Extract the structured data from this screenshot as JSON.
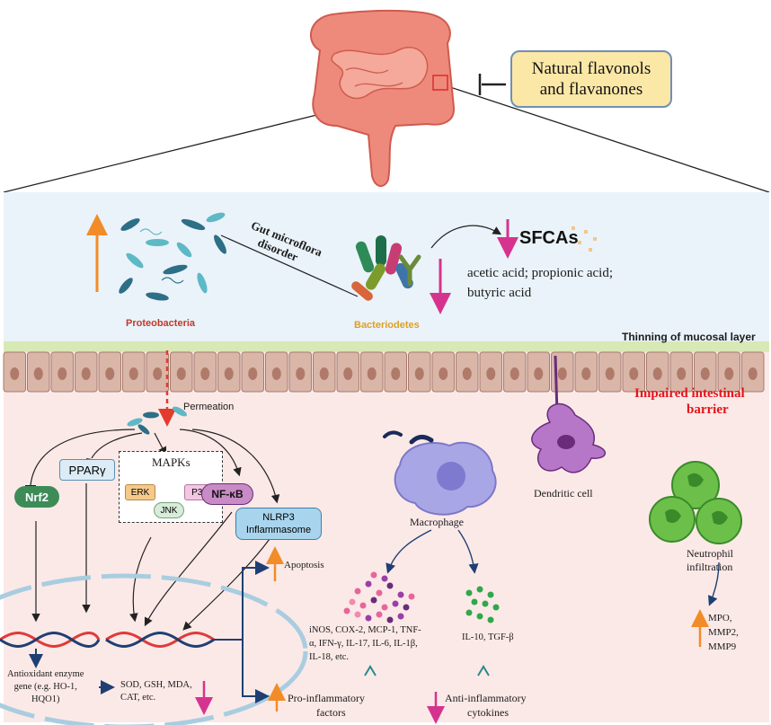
{
  "flavonol_box": {
    "line1": "Natural flavonols",
    "line2": "and flavanones"
  },
  "microbiota": {
    "proteobacteria": "Proteobacteria",
    "bacteriodetes": "Bacteriodetes",
    "disorder_line1": "Gut microflora",
    "disorder_line2": "disorder"
  },
  "sfca": {
    "title": "SFCAs",
    "line1": "acetic acid; propionic acid;",
    "line2": "butyric acid"
  },
  "barrier": {
    "thinning": "Thinning of mucosal layer",
    "impaired_line1": "Impaired intestinal",
    "impaired_line2": "barrier"
  },
  "permeation": "Permeation",
  "pathways": {
    "pparg": "PPARγ",
    "nrf2": "Nrf2",
    "mapks": "MAPKs",
    "erk": "ERK",
    "p38": "P38",
    "jnk": "JNK",
    "nfkb": "NF-κB",
    "nlrp3_line1": "NLRP3",
    "nlrp3_line2": "Inflammasome"
  },
  "apoptosis": "Apoptosis",
  "cells": {
    "macrophage": "Macrophage",
    "dendritic": "Dendritic cell",
    "neutrophil_line1": "Neutrophil",
    "neutrophil_line2": "infiltration"
  },
  "cytokines": {
    "pro_list": [
      "iNOS, COX-2, MCP-1, TNF-",
      "α, IFN-γ, IL-17, IL-6, IL-1β,",
      "IL-18, etc."
    ],
    "anti_list": "IL-10, TGF-β",
    "pro_label_line1": "Pro-inflammatory",
    "pro_label_line2": "factors",
    "anti_label_line1": "Anti-inflammatory",
    "anti_label_line2": "cytokines"
  },
  "markers": [
    "MPO,",
    "MMP2,",
    "MMP9"
  ],
  "antioxidant": {
    "gene_lines": [
      "Antioxidant enzyme",
      "gene (e.g. HO-1,",
      "HQO1)"
    ],
    "enzyme_lines": [
      "SOD, GSH, MDA,",
      "CAT, etc."
    ]
  },
  "colors": {
    "increase_arrow": "#f28c28",
    "decrease_arrow": "#d6338f",
    "proteobacteria_label": "#c0392b",
    "bacteriodetes_label": "#e0a020",
    "impaired_label": "#e5141b",
    "flavonol_box_fill": "#fbe7a6",
    "lumen_bg": "#eaf3f9",
    "tissue_bg": "#fbe9e7",
    "intestine": "#ee8a7c"
  }
}
